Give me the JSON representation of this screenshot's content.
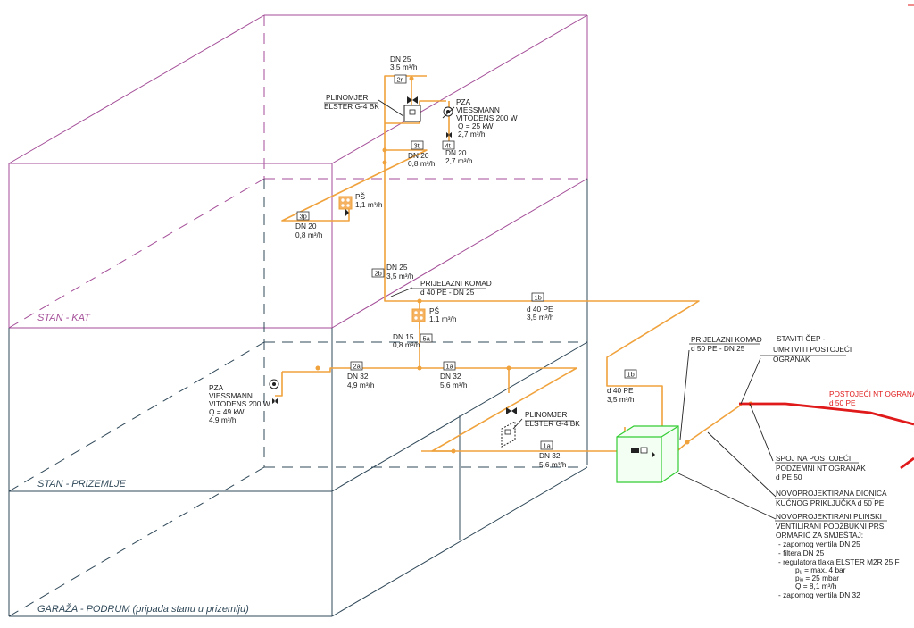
{
  "colors": {
    "floor_kat": "#a44e98",
    "floor_lower": "#2f4858",
    "pipe": "#f0a23c",
    "existing_pipe": "#e01a1a",
    "cabinet": "#33cc33"
  },
  "floors": {
    "kat": "STAN - KAT",
    "prizemlje": "STAN - PRIZEMLJE",
    "podrum": "GARAŽA - PODRUM (pripada stanu u prizemlju)"
  },
  "tags": {
    "t2r": "2r",
    "t3t": "3t",
    "t4t": "4t",
    "t3p": "3p",
    "t2b": "2b",
    "t1b_a": "1b",
    "t5a": "5a",
    "t2a": "2a",
    "t1a_a": "1a",
    "t1b_b": "1b",
    "t1a_b": "1a"
  },
  "labels": {
    "dn25_top": [
      "DN 25",
      "3,5 m³/h"
    ],
    "plinomjer_top": [
      "PLINOMJER",
      "ELSTER G-4 BK"
    ],
    "pza_top": [
      "PZA",
      "VIESSMANN",
      "VITODENS 200 W",
      "Q = 25 kW",
      "2,7 m³/h"
    ],
    "dn20_mid": [
      "DN 20",
      "0,8 m³/h"
    ],
    "dn20_right": [
      "DN 20",
      "2,7 m³/h"
    ],
    "ps_upper": [
      "PŠ",
      "1,1 m³/h"
    ],
    "dn20_left": [
      "DN 20",
      "0,8 m³/h"
    ],
    "dn25_vert": [
      "DN 25",
      "3,5 m³/h"
    ],
    "prijelazni_1": [
      "PRIJELAZNI KOMAD",
      "d 40 PE - DN 25"
    ],
    "d40_right": [
      "d 40 PE",
      "3,5 m³/h"
    ],
    "ps_lower": [
      "PŠ",
      "1,1 m³/h"
    ],
    "dn15": [
      "DN 15",
      "0,8 m³/h"
    ],
    "pza_low": [
      "PZA",
      "VIESSMANN",
      "VITODENS 200 W",
      "Q = 49 kW",
      "4,9 m³/h"
    ],
    "dn32_left": [
      "DN 32",
      "4,9 m³/h"
    ],
    "dn32_mid": [
      "DN 32",
      "5,6 m³/h"
    ],
    "plinomjer_low": [
      "PLINOMJER",
      "ELSTER G-4 BK"
    ],
    "d40_lower": [
      "d 40 PE",
      "3,5 m³/h"
    ],
    "dn32_bottom": [
      "DN 32",
      "5,6 m³/h"
    ],
    "prijelazni_2": [
      "PRIJELAZNI KOMAD",
      "d 50 PE - DN 25"
    ],
    "staviti": [
      "STAVITI ČEP -",
      "UMRTVITI POSTOJEĆI",
      "OGRANAK"
    ],
    "postojeci": [
      "POSTOJEĆI NT OGRANAK",
      "d 50 PE"
    ],
    "spoj": [
      "SPOJ NA POSTOJEĆI",
      "PODZEMNI NT OGRANAK",
      "d PE 50"
    ],
    "novo_dionica": [
      "NOVOPROJEKTIRANA DIONICA",
      "KUĆNOG PRIKLJUČKA d 50 PE"
    ],
    "novo_ormaric": [
      "NOVOPROJEKTIRANI PLINSKI",
      "VENTILIRANI PODŽBUKNI PRS",
      "ORMARIĆ ZA SMJEŠTAJ:",
      "- zapornog ventila DN 25",
      "- filtera DN 25",
      "- regulatora tlaka ELSTER M2R 25 F",
      "pᵤ = max. 4 bar",
      "pᵢᵤ = 25 mbar",
      "Q = 8,1 m³/h",
      "- zapornog ventila DN 32"
    ]
  }
}
